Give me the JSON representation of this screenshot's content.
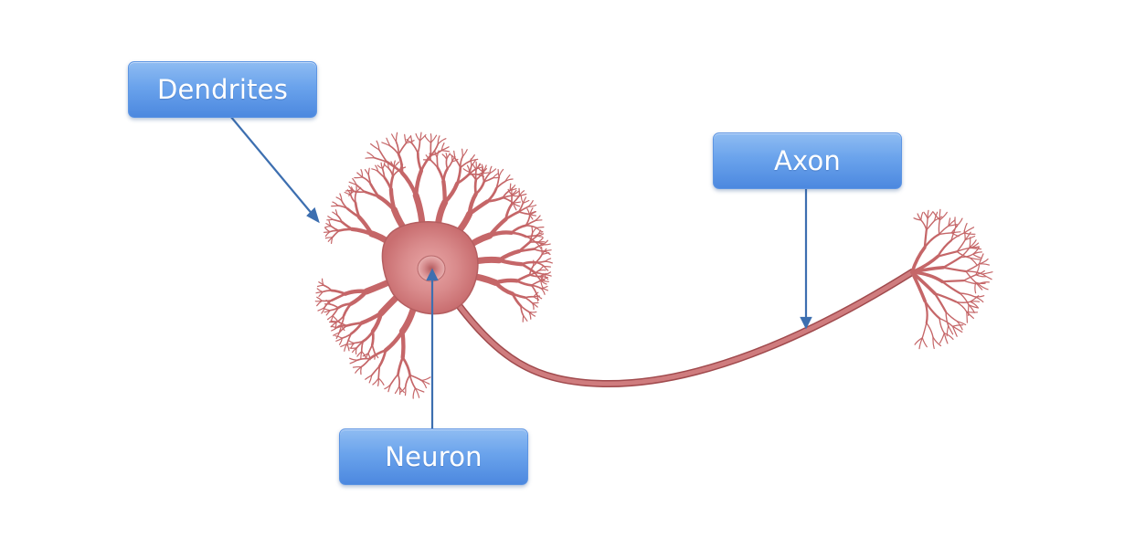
{
  "diagram": {
    "labels": {
      "dendrites": "Dendrites",
      "axon": "Axon",
      "neuron": "Neuron"
    },
    "colors": {
      "neuron_fill": "#c96e70",
      "neuron_stroke": "#a04a4d",
      "nucleus": "#e8a3a3",
      "pointer": "#3d6fb0",
      "label_box": "#6aa3ec",
      "label_text": "#ffffff"
    }
  }
}
